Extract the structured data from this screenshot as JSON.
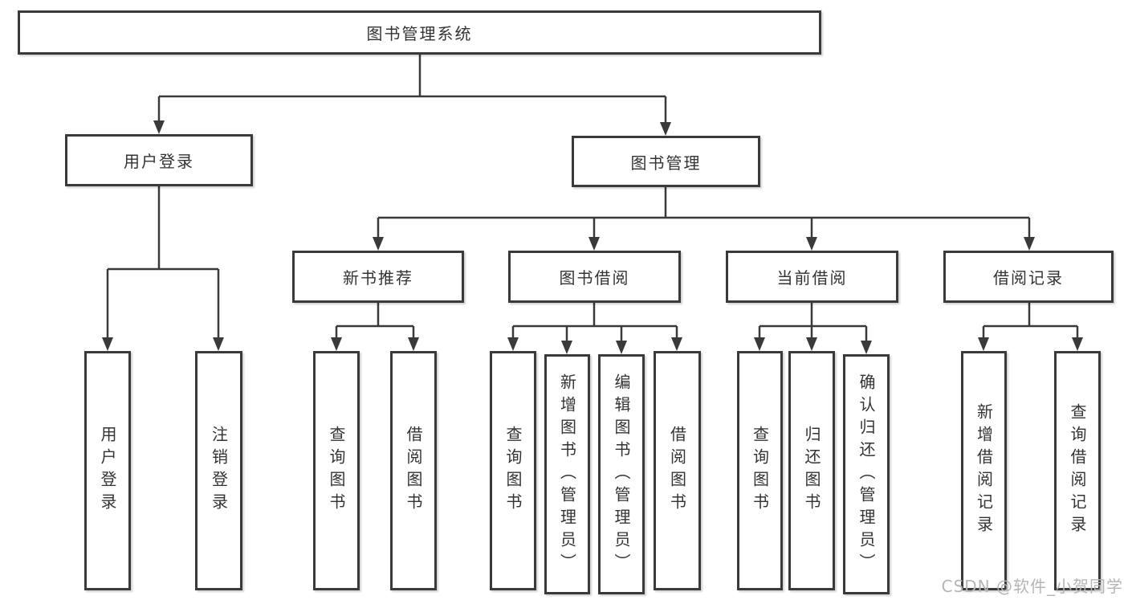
{
  "diagram": {
    "title": "图书管理系统",
    "watermark": "CSDN @软件_小贺同学",
    "colors": {
      "line": "#3a3a3a",
      "text": "#333333",
      "background": "#ffffff",
      "watermark": "#b5b5b5"
    },
    "nodes": {
      "root": {
        "label": "图书管理系统"
      },
      "user_login": {
        "label": "用户登录"
      },
      "book_mgmt": {
        "label": "图书管理"
      },
      "leaf_user_login": {
        "label": "用户登录"
      },
      "leaf_logout": {
        "label": "注销登录"
      },
      "new_book_rec": {
        "label": "新书推荐"
      },
      "book_borrow": {
        "label": "图书借阅"
      },
      "current_borrow": {
        "label": "当前借阅"
      },
      "borrow_records": {
        "label": "借阅记录"
      },
      "nb_query": {
        "label": "查询图书"
      },
      "nb_borrow": {
        "label": "借阅图书"
      },
      "bb_query": {
        "label": "查询图书"
      },
      "bb_add": {
        "label": "新增图书（管理员）"
      },
      "bb_edit": {
        "label": "编辑图书（管理员）"
      },
      "bb_borrow": {
        "label": "借阅图书"
      },
      "cb_query": {
        "label": "查询图书"
      },
      "cb_return": {
        "label": "归还图书"
      },
      "cb_confirm": {
        "label": "确认归还（管理员）"
      },
      "br_add": {
        "label": "新增借阅记录"
      },
      "br_query": {
        "label": "查询借阅记录"
      }
    },
    "tree": {
      "label": "图书管理系统",
      "children": [
        {
          "label": "用户登录",
          "children": [
            {
              "label": "用户登录"
            },
            {
              "label": "注销登录"
            }
          ]
        },
        {
          "label": "图书管理",
          "children": [
            {
              "label": "新书推荐",
              "children": [
                {
                  "label": "查询图书"
                },
                {
                  "label": "借阅图书"
                }
              ]
            },
            {
              "label": "图书借阅",
              "children": [
                {
                  "label": "查询图书"
                },
                {
                  "label": "新增图书（管理员）"
                },
                {
                  "label": "编辑图书（管理员）"
                },
                {
                  "label": "借阅图书"
                }
              ]
            },
            {
              "label": "当前借阅",
              "children": [
                {
                  "label": "查询图书"
                },
                {
                  "label": "归还图书"
                },
                {
                  "label": "确认归还（管理员）"
                }
              ]
            },
            {
              "label": "借阅记录",
              "children": [
                {
                  "label": "新增借阅记录"
                },
                {
                  "label": "查询借阅记录"
                }
              ]
            }
          ]
        }
      ]
    }
  }
}
